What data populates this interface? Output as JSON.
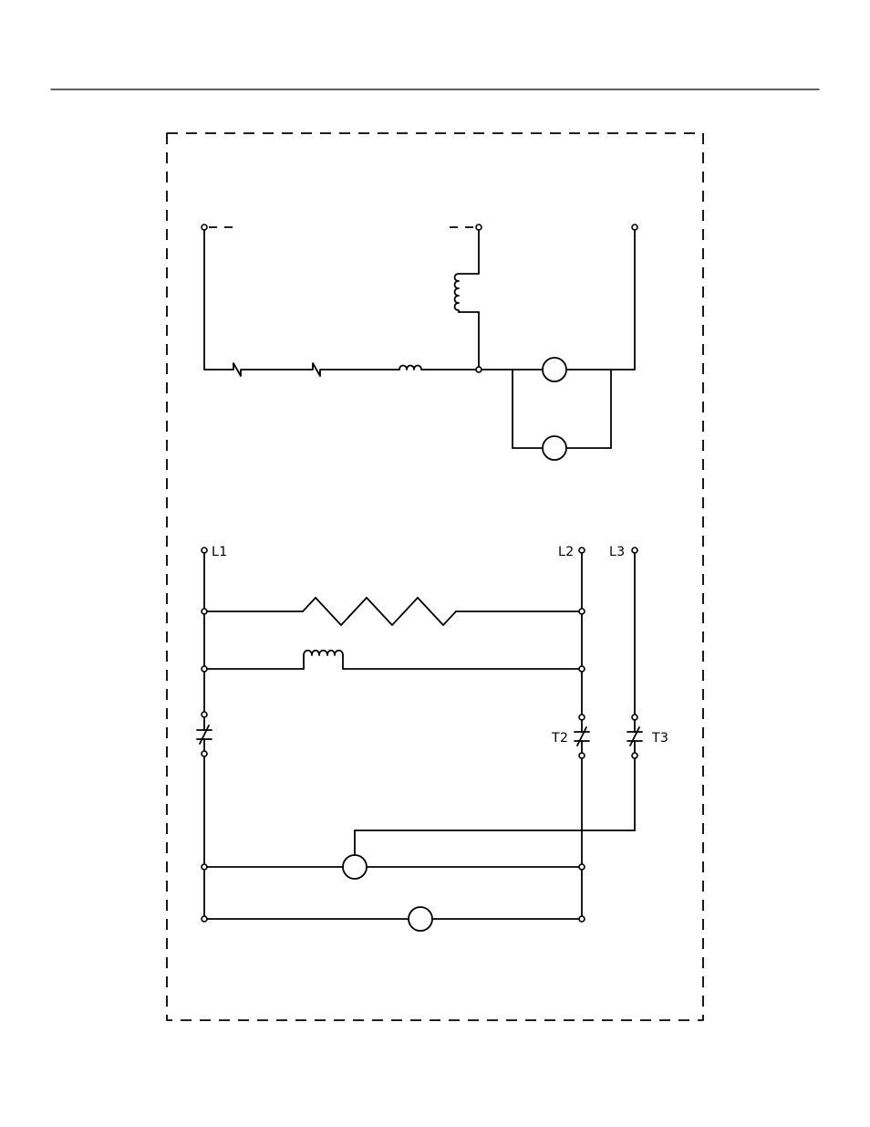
{
  "diagram": {
    "labels": {
      "l1": "L1",
      "l2": "L2",
      "l3": "L3",
      "t2": "T2",
      "t3": "T3"
    },
    "colors": {
      "line": "#000000",
      "background": "#ffffff"
    }
  }
}
